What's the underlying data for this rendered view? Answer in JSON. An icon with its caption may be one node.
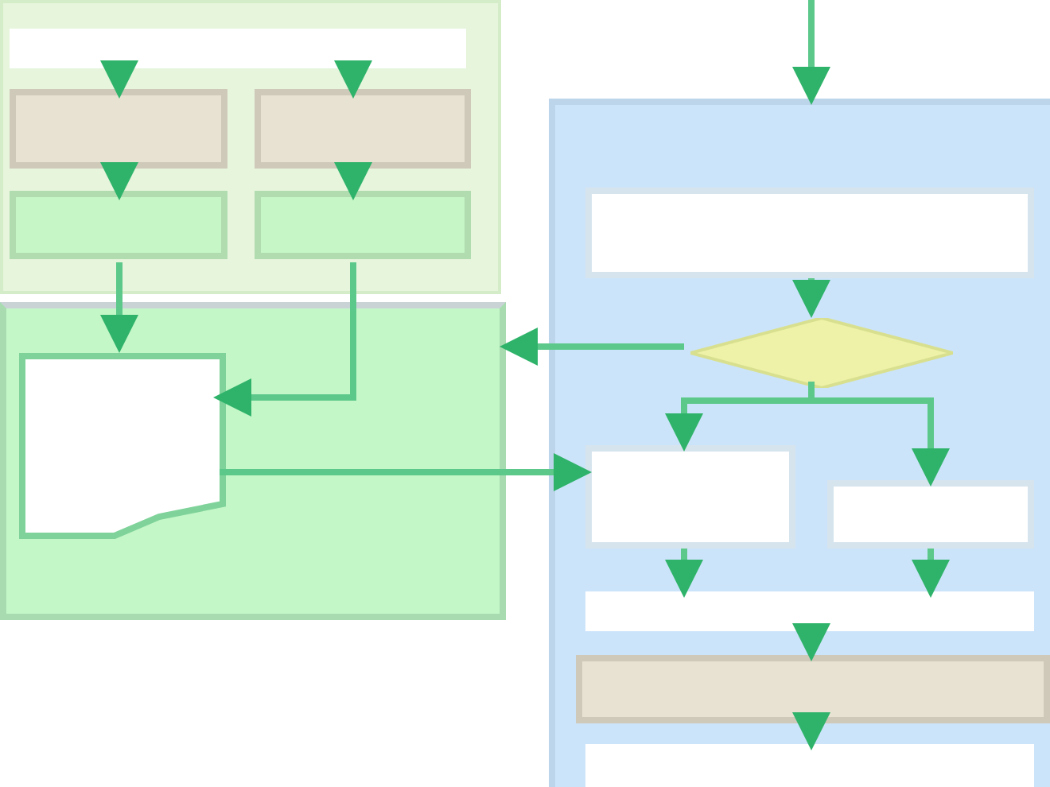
{
  "diagram": {
    "nodes": [
      {
        "text": [],
        "shape": "box"
      },
      {
        "text": [],
        "shape": "box",
        "in": 0
      },
      {
        "text": [],
        "shape": "box",
        "in": 0
      },
      {
        "text": [],
        "shape": "box",
        "in": 0
      },
      {
        "text": [],
        "shape": "box",
        "in": 0
      },
      {
        "text": [],
        "shape": "box",
        "in": 0
      },
      {
        "text": [],
        "shape": "box"
      },
      {
        "text": [],
        "shape": "document",
        "in": 6
      },
      {
        "text": [],
        "shape": "box"
      },
      {
        "text": [],
        "shape": "box",
        "in": 8
      },
      {
        "text": [],
        "shape": "diamond",
        "in": 8
      },
      {
        "text": [],
        "shape": "box",
        "in": 8
      },
      {
        "text": [],
        "shape": "box",
        "in": 8
      },
      {
        "text": [],
        "shape": "box",
        "in": 8
      },
      {
        "text": [],
        "shape": "box",
        "in": 8
      },
      {
        "text": [],
        "shape": "box",
        "in": 8
      }
    ],
    "edges": [
      {
        "from": null,
        "to": 8,
        "arrow": "to"
      },
      {
        "from": 1,
        "to": 2,
        "arrow": "to"
      },
      {
        "from": 1,
        "to": 3,
        "arrow": "to"
      },
      {
        "from": 2,
        "to": 4,
        "arrow": "to"
      },
      {
        "from": 3,
        "to": 5,
        "arrow": "to"
      },
      {
        "from": 4,
        "to": 7,
        "arrow": "to"
      },
      {
        "from": 5,
        "to": 7,
        "arrow": "to"
      },
      {
        "from": 10,
        "to": 6,
        "arrow": "to"
      },
      {
        "from": 7,
        "to": 11,
        "arrow": "to"
      },
      {
        "from": 9,
        "to": 10,
        "arrow": "to"
      },
      {
        "from": 10,
        "to": 11,
        "arrow": "to"
      },
      {
        "from": 10,
        "to": 12,
        "arrow": "to"
      },
      {
        "from": 11,
        "to": 13,
        "arrow": "to"
      },
      {
        "from": 12,
        "to": 13,
        "arrow": "to"
      },
      {
        "from": 13,
        "to": 14,
        "arrow": "to"
      },
      {
        "from": 14,
        "to": 15,
        "arrow": "to"
      }
    ]
  }
}
